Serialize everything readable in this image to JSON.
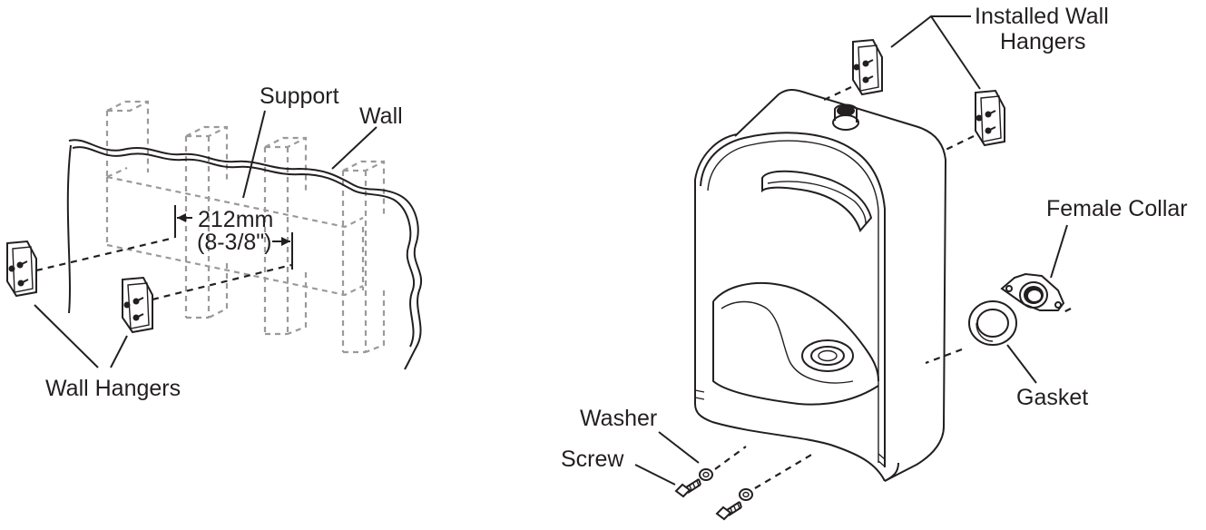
{
  "left_figure": {
    "labels": {
      "support": "Support",
      "wall": "Wall",
      "dimension_mm": "212mm",
      "dimension_in": "(8-3/8\")",
      "wall_hangers": "Wall Hangers"
    }
  },
  "right_figure": {
    "labels": {
      "installed_line1": "Installed Wall",
      "installed_line2": "Hangers",
      "female_collar": "Female Collar",
      "gasket": "Gasket",
      "washer": "Washer",
      "screw": "Screw"
    }
  }
}
